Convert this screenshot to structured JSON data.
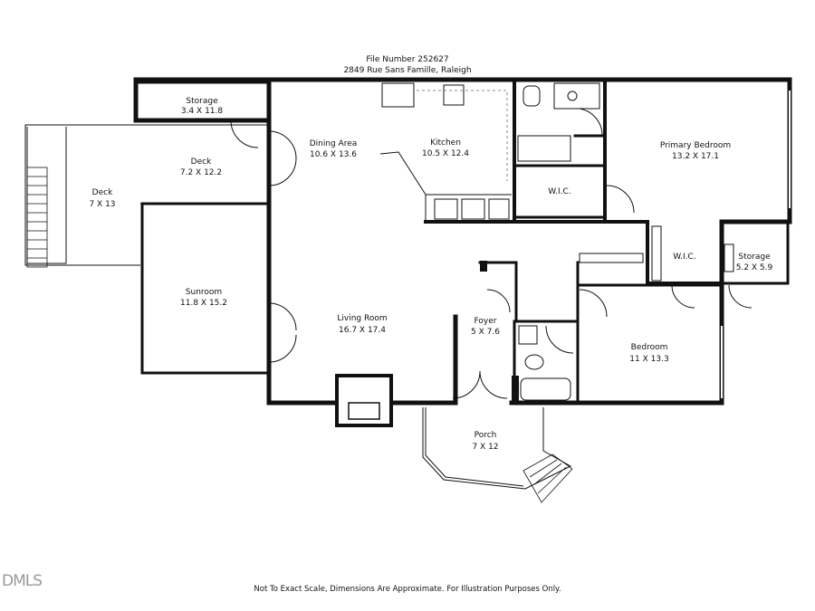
{
  "header": {
    "file_number": "File Number 252627",
    "address": "2849 Rue Sans Famille, Raleigh"
  },
  "rooms": [
    {
      "name": "Storage",
      "dims": "3.4 X 11.8"
    },
    {
      "name": "Deck",
      "dims": "7.2 X 12.2"
    },
    {
      "name": "Deck",
      "dims": "7 X 13"
    },
    {
      "name": "Dining Area",
      "dims": "10.6 X 13.6"
    },
    {
      "name": "Kitchen",
      "dims": "10.5 X 12.4"
    },
    {
      "name": "Primary Bedroom",
      "dims": "13.2 X 17.1"
    },
    {
      "name": "W.I.C.",
      "dims": ""
    },
    {
      "name": "Sunroom",
      "dims": "11.8 X 15.2"
    },
    {
      "name": "Living Room",
      "dims": "16.7 X 17.4"
    },
    {
      "name": "Foyer",
      "dims": "5 X 7.6"
    },
    {
      "name": "W.I.C.",
      "dims": ""
    },
    {
      "name": "Storage",
      "dims": "5.2 X 5.9"
    },
    {
      "name": "Bedroom",
      "dims": "11 X 13.3"
    },
    {
      "name": "Porch",
      "dims": "7 X 12"
    }
  ],
  "footer": "Not To Exact Scale, Dimensions Are Approximate. For Illustration Purposes Only.",
  "logo": "DMLS"
}
